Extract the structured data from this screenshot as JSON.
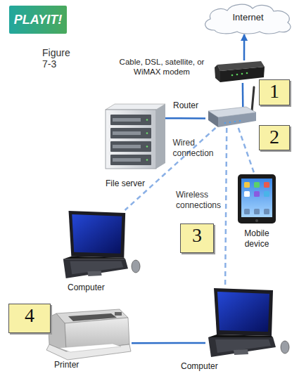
{
  "diagram": {
    "caption": "Figure 7-3",
    "nodes": [
      {
        "text": [
          "Internet"
        ]
      },
      {
        "text": [
          "Cable, DSL, satellite, or WiMAX modem"
        ]
      },
      {
        "text": [
          "Router"
        ]
      },
      {
        "text": [
          "File server"
        ]
      },
      {
        "text": [
          "Mobile device"
        ]
      },
      {
        "text": [
          "Computer"
        ]
      },
      {
        "text": [
          "Printer"
        ]
      },
      {
        "text": [
          "Computer"
        ]
      }
    ],
    "edges": [
      {
        "from": 1,
        "to": 0,
        "arrow": "to"
      },
      {
        "from": 1,
        "to": 2,
        "arrow": "none"
      },
      {
        "from": 2,
        "to": 3,
        "label": "Wired connection",
        "arrow": "none"
      },
      {
        "from": 2,
        "to": 5,
        "arrow": "none"
      },
      {
        "from": 2,
        "to": 7,
        "arrow": "none"
      },
      {
        "from": 2,
        "to": 4,
        "arrow": "none"
      },
      {
        "from": 6,
        "to": 7,
        "arrow": "none"
      }
    ],
    "labels": [
      "PLAYIT!",
      "1",
      "2",
      "Wireless connections",
      "3",
      "4"
    ]
  }
}
